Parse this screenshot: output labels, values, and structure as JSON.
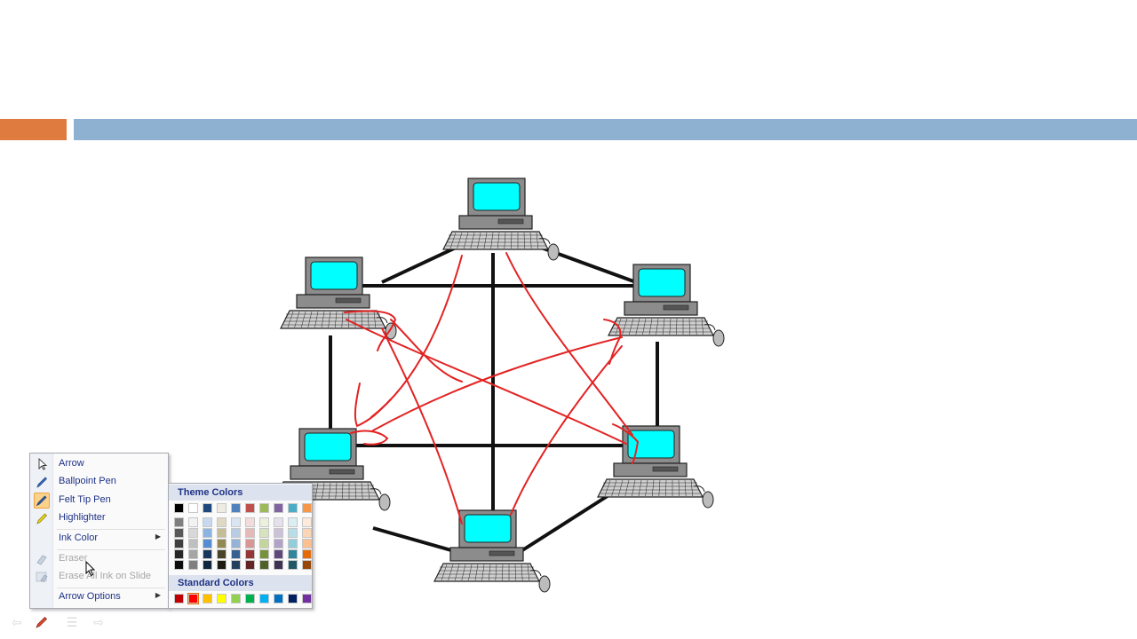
{
  "colors": {
    "accent_orange": "#e07b40",
    "accent_blue": "#8eb1d2",
    "wire": "#111111",
    "ink": "#e32222",
    "screen": "#00ffff",
    "computer_body": "#8c8c8c"
  },
  "diagram": {
    "type": "mesh-network-topology",
    "nodes": [
      "computer-top",
      "computer-upper-left",
      "computer-upper-right",
      "computer-lower-left",
      "computer-lower-right",
      "computer-bottom"
    ]
  },
  "pen_menu": {
    "items": [
      {
        "label": "Arrow",
        "icon": "arrow-pointer-icon",
        "disabled": false
      },
      {
        "label": "Ballpoint Pen",
        "icon": "ballpoint-pen-icon",
        "disabled": false
      },
      {
        "label": "Felt Tip Pen",
        "icon": "felt-tip-pen-icon",
        "disabled": false,
        "checked": true
      },
      {
        "label": "Highlighter",
        "icon": "highlighter-icon",
        "disabled": false
      },
      {
        "label": "Ink Color",
        "submenu": true
      },
      {
        "label": "Eraser",
        "icon": "eraser-icon",
        "disabled": true
      },
      {
        "label": "Erase All Ink on Slide",
        "icon": "erase-all-icon",
        "disabled": true
      },
      {
        "label": "Arrow Options",
        "submenu": true
      }
    ]
  },
  "ink_color_flyout": {
    "theme_label": "Theme Colors",
    "standard_label": "Standard Colors",
    "theme_top": [
      "#000000",
      "#ffffff",
      "#1f497d",
      "#eeece1",
      "#4f81bd",
      "#c0504d",
      "#9bbb59",
      "#8064a2",
      "#4bacc6",
      "#f79646"
    ],
    "theme_shades": [
      [
        "#7f7f7f",
        "#595959",
        "#3f3f3f",
        "#262626",
        "#0d0d0d"
      ],
      [
        "#f2f2f2",
        "#d8d8d8",
        "#bfbfbf",
        "#a5a5a5",
        "#7f7f7f"
      ],
      [
        "#c6d9f0",
        "#8db3e2",
        "#548dd4",
        "#17365d",
        "#0f243e"
      ],
      [
        "#ddd9c3",
        "#c4bd97",
        "#938953",
        "#494429",
        "#1d1b10"
      ],
      [
        "#dbe5f1",
        "#b8cce4",
        "#95b3d7",
        "#366092",
        "#244061"
      ],
      [
        "#f2dcdb",
        "#e5b9b7",
        "#d99694",
        "#953734",
        "#632423"
      ],
      [
        "#ebf1dd",
        "#d7e3bc",
        "#c3d69b",
        "#76923c",
        "#4f6128"
      ],
      [
        "#e5e0ec",
        "#ccc1d9",
        "#b2a2c7",
        "#5f497a",
        "#3f3151"
      ],
      [
        "#dbeef3",
        "#b7dde8",
        "#92cddc",
        "#31859b",
        "#205867"
      ],
      [
        "#fdeada",
        "#fbd5b5",
        "#fac08f",
        "#e36c09",
        "#974806"
      ]
    ],
    "standard": [
      "#c00000",
      "#ff0000",
      "#ffc000",
      "#ffff00",
      "#92d050",
      "#00b050",
      "#00b0f0",
      "#0070c0",
      "#002060",
      "#7030a0"
    ],
    "selected_standard": 1
  },
  "toolbar": {
    "buttons": [
      "previous-slide-icon",
      "pen-icon",
      "slide-menu-icon",
      "next-slide-icon"
    ]
  }
}
